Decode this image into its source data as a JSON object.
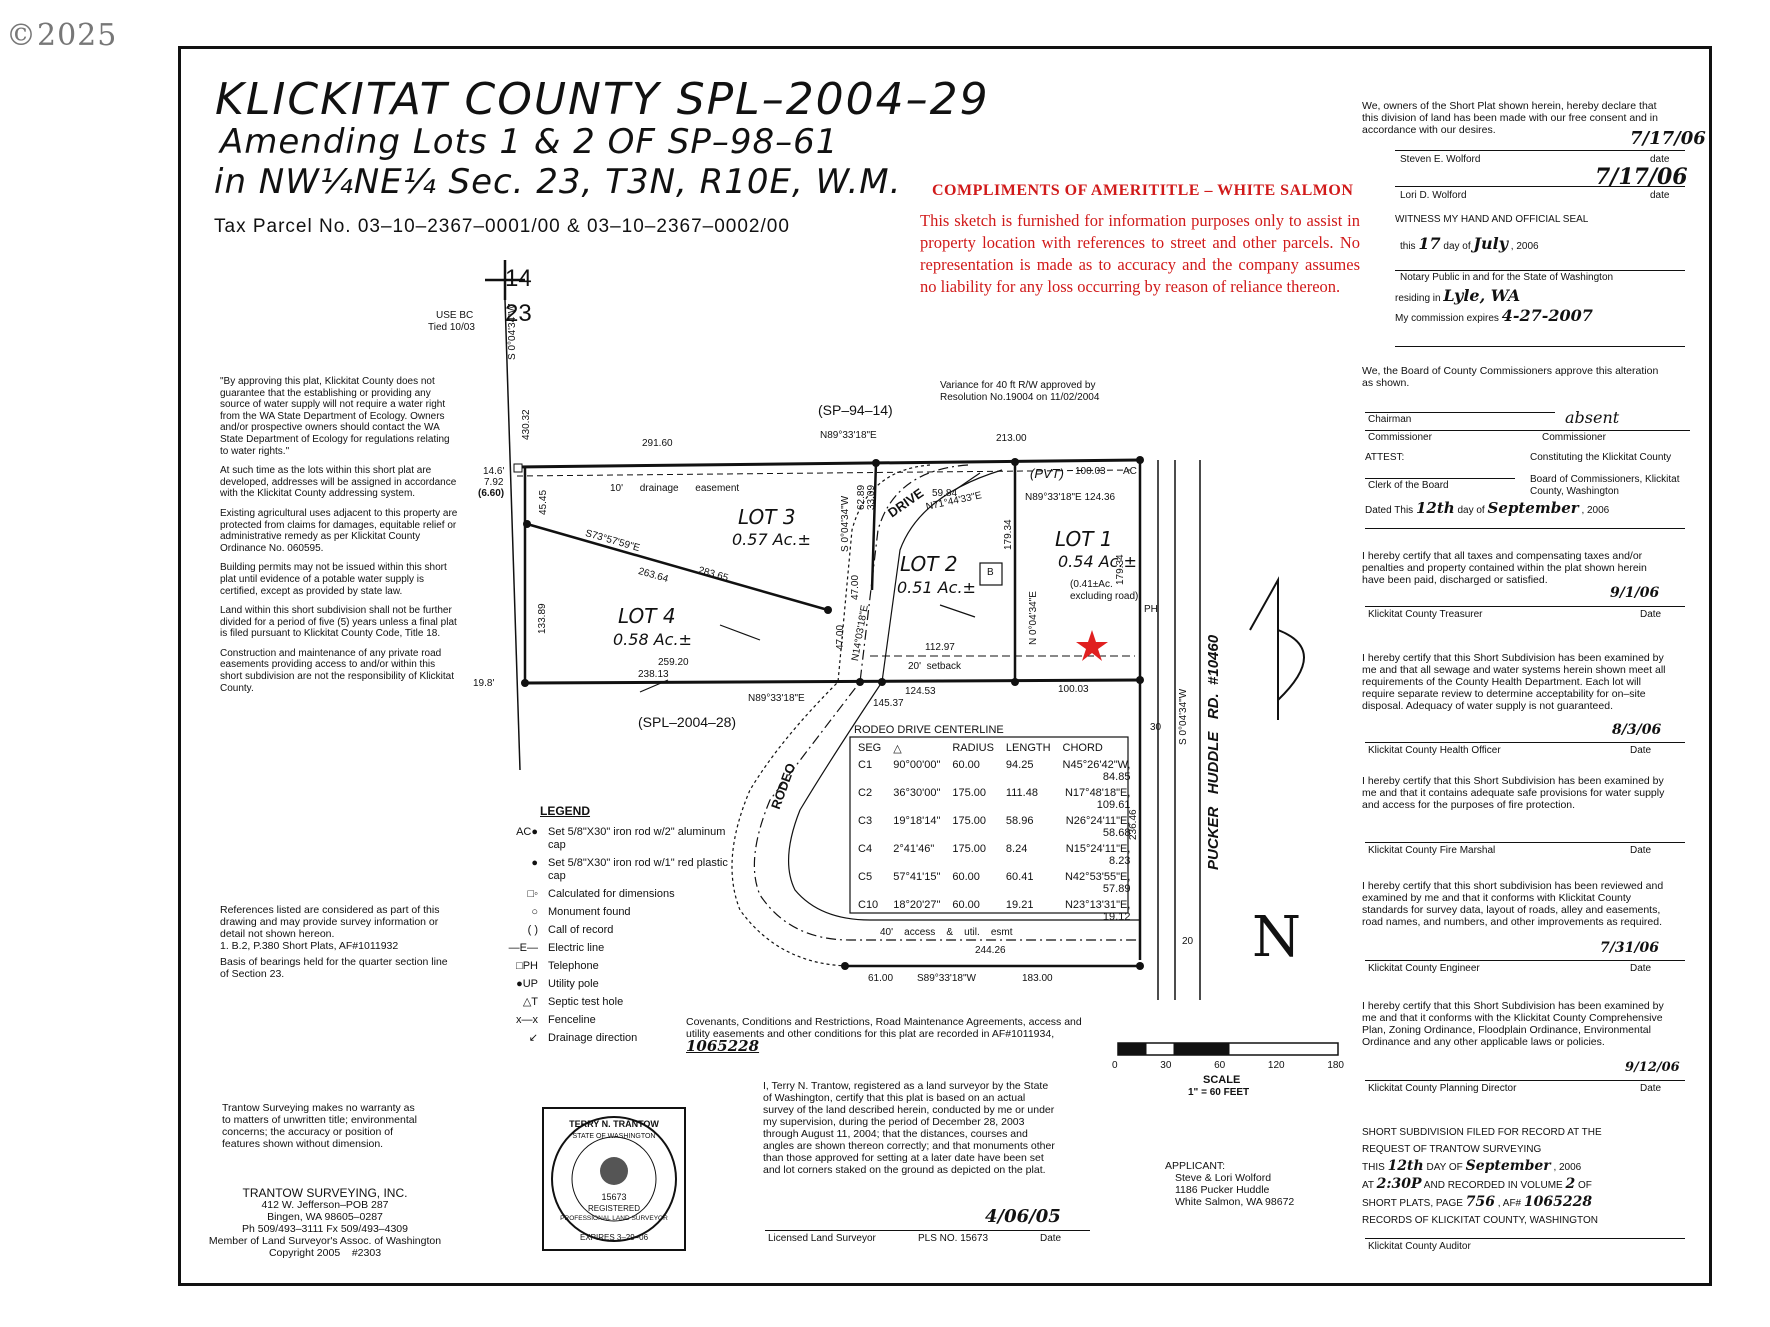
{
  "watermark": "©2025",
  "title": {
    "line1": "KLICKITAT COUNTY SPL–2004–29",
    "line2": "Amending Lots 1 & 2 OF SP–98–61",
    "line3": "in NW¼NE¼ Sec. 23, T3N, R10E, W.M.",
    "tax_parcel": "Tax Parcel No. 03–10–2367–0001/00 & 03–10–2367–0002/00"
  },
  "disclaimer": {
    "heading": "COMPLIMENTS OF AMERITITLE – WHITE SALMON",
    "body": "This sketch is furnished for information purposes only to assist in property location with references to street and other parcels. No representation is made as to accuracy and the company assumes no liability for any loss occurring by reason of reliance thereon."
  },
  "left_notes": [
    "\"By approving this plat, Klickitat County does not guarantee that the establishing or providing any source of water supply will not require a water right from the WA State Department of Ecology. Owners and/or prospective owners should contact the WA State Department of Ecology for regulations relating to water rights.\"",
    "At such time as the lots within this short plat are developed, addresses will be assigned in accordance with the Klickitat County addressing system.",
    "Existing agricultural uses adjacent to this property are protected from claims for damages, equitable relief or administrative remedy as per Klickitat County Ordinance No. 060595.",
    "Building permits may not be issued within this short plat until evidence of a potable water supply is certified, except as provided by state law.",
    "Land within this short subdivision shall not be further divided for a period of five (5) years unless a final plat is filed pursuant to Klickitat County Code, Title 18.",
    "Construction and maintenance of any private road easements providing access to and/or within this short subdivision are not the responsibility of Klickitat County."
  ],
  "references": "References listed are considered as part of this drawing and may provide survey information or detail not shown hereon.",
  "ref1": "1. B.2, P.380 Short Plats, AF#1011932",
  "basis": "Basis of bearings held for the quarter section line of Section 23.",
  "trantow_warranty": "Trantow Surveying makes no warranty as to matters of unwritten title; environmental concerns; the accuracy or position of features shown without dimension.",
  "surveyor_firm": {
    "name": "TRANTOW SURVEYING, INC.",
    "addr1": "412 W. Jefferson–POB 287",
    "addr2": "Bingen, WA 98605–0287",
    "phone": "Ph 509/493–3111 Fx 509/493–4309",
    "member": "Member of Land Surveyor's Assoc. of Washington",
    "copyright": "Copyright 2005",
    "job": "#2303"
  },
  "legend": {
    "heading": "LEGEND",
    "items": [
      {
        "sym": "AC●",
        "text": "Set 5/8\"X30\" iron rod w/2\" aluminum cap"
      },
      {
        "sym": "●",
        "text": "Set 5/8\"X30\" iron rod w/1\" red plastic cap"
      },
      {
        "sym": "□◦",
        "text": "Calculated for dimensions"
      },
      {
        "sym": "○",
        "text": "Monument found"
      },
      {
        "sym": "(   )",
        "text": "Call of record"
      },
      {
        "sym": "—E—",
        "text": "Electric line"
      },
      {
        "sym": "□PH",
        "text": "Telephone"
      },
      {
        "sym": "●UP",
        "text": "Utility pole"
      },
      {
        "sym": "△T",
        "text": "Septic test hole"
      },
      {
        "sym": "x—x",
        "text": "Fenceline"
      },
      {
        "sym": "↙",
        "text": "Drainage direction"
      }
    ]
  },
  "curve_table": {
    "title": "RODEO DRIVE CENTERLINE",
    "headers": [
      "SEG",
      "△",
      "RADIUS",
      "LENGTH",
      "CHORD"
    ],
    "rows": [
      [
        "C1",
        "90°00'00\"",
        "60.00",
        "94.25",
        "N45°26'42\"W, 84.85"
      ],
      [
        "C2",
        "36°30'00\"",
        "175.00",
        "111.48",
        "N17°48'18\"E, 109.61"
      ],
      [
        "C3",
        "19°18'14\"",
        "175.00",
        "58.96",
        "N26°24'11\"E, 58.68"
      ],
      [
        "C4",
        "2°41'46\"",
        "175.00",
        "8.24",
        "N15°24'11\"E, 8.23"
      ],
      [
        "C5",
        "57°41'15\"",
        "60.00",
        "60.41",
        "N42°53'55\"E, 57.89"
      ],
      [
        "C10",
        "18°20'27\"",
        "60.00",
        "19.21",
        "N23°13'31\"E, 19.12"
      ]
    ]
  },
  "covenants": "Covenants, Conditions and Restrictions, Road Maintenance Agreements, access and utility easements and other conditions for this plat are recorded in AF#1011934,",
  "covenants_af": "1065228",
  "surveyor_cert": "I, Terry N. Trantow, registered as a land surveyor by the State of Washington, certify that this plat is based on an actual survey of the land described herein, conducted by me or under my supervision, during the period of December 28, 2003 through August 11, 2004; that the distances, courses and angles are shown thereon correctly; and that monuments other than those approved for setting at a later date have been set and lot corners staked on the ground as depicted on the plat.",
  "surveyor_sign": {
    "label": "Licensed Land Surveyor",
    "pls": "PLS NO. 15673",
    "date_label": "Date",
    "date_value": "4/06/05"
  },
  "seal": {
    "name": "TERRY N. TRANTOW",
    "state": "STATE OF WASHINGTON",
    "number": "15673",
    "registered": "REGISTERED",
    "profession": "PROFESSIONAL LAND SURVEYOR",
    "expires": "EXPIRES 3–29–06"
  },
  "applicant": {
    "label": "APPLICANT:",
    "name": "Steve & Lori Wolford",
    "addr1": "1186 Pucker Huddle",
    "addr2": "White Salmon, WA 98672"
  },
  "scale": {
    "ticks": [
      "0",
      "30",
      "60",
      "120",
      "180"
    ],
    "label": "SCALE",
    "ratio": "1\" = 60 FEET"
  },
  "north": "N",
  "map": {
    "section_top": "14",
    "section_bottom": "23",
    "use_bc": "USE BC",
    "tied": "Tied 10/03",
    "west_bearing": "S 0°04'34\"W",
    "west_dist_top": "430.32",
    "sp94": "(SP–94–14)",
    "north_bearing": "N89°33'18\"E",
    "n_291": "291.60",
    "n_213": "213.00",
    "pvt": "(PVT)",
    "n_100_top": "100.03",
    "n_124": "N89°33'18\"E 124.36",
    "variance": "Variance for 40 ft R/W approved by Resolution No.19004 on 11/02/2004",
    "d146": "14.6'",
    "d792": "7.92",
    "d660": "(6.60)",
    "drain": "10'      drainage      easement",
    "d4545": "45.45",
    "lot3": "LOT 3",
    "lot3_ac": "0.57 Ac.±",
    "lot4": "LOT 4",
    "lot4_ac": "0.58 Ac.±",
    "lot2": "LOT 2",
    "lot2_ac": "0.51 Ac.±",
    "lot1": "LOT 1",
    "lot1_ac": "0.54 Ac.±",
    "lot1_note1": "(0.41±Ac.",
    "lot1_note2": "excluding road)",
    "diag_bearing": "S73°57'59\"E",
    "d26364": "263.64",
    "d28365": "283.65",
    "d13389": "133.89",
    "d198": "19.8'",
    "d25920": "259.20",
    "d23813": "238.13",
    "south_bearing": "N89°33'18\"E",
    "d12453": "124.53",
    "d14537": "145.37",
    "d10003b": "100.03",
    "d11297": "112.97",
    "setback": "20'  setback",
    "mid_bearing": "S 0°04'34\"W",
    "d6289": "62.89",
    "d3309": "33.09",
    "d4700a": "47.00",
    "d4700b": "47.00",
    "n14": "N14°03'18\"E",
    "drive": "DRIVE",
    "d5984": "59.84",
    "n71": "N71°44'33\"E",
    "d17934a": "179.34",
    "d17934b": "179.34",
    "lot1_bearing": "N 0°04'34\"E",
    "b": "B",
    "ph": "PH",
    "sp2004_28": "(SPL–2004–28)",
    "rodeo": "RODEO",
    "east_bearing": "S 0°04'34\"W",
    "d23646": "236.46",
    "d30": "30",
    "d20": "20",
    "road": "PUCKER   HUDDLE   RD.  #10460",
    "access": "40'    access    &    util.    esmt",
    "d24426": "244.26",
    "d6100": "61.00",
    "s89": "S89°33'18\"W",
    "d18300": "183.00",
    "ac": "AC"
  },
  "owners": {
    "text": "We, owners of the Short Plat shown herein, hereby declare that this division of land has been made with our free consent and in accordance with our desires.",
    "owner1": "Steven E. Wolford",
    "owner2": "Lori D. Wolford",
    "date1": "7/17/06",
    "date2": "7/17/06",
    "date_label": "date",
    "seal_text": "WITNESS MY HAND AND OFFICIAL SEAL",
    "this": "this",
    "day": "17",
    "day_of": "day of",
    "month": "July",
    "year": ", 2006",
    "notary": "Notary Public in and for the State of Washington",
    "residing": "residing in",
    "residing_value": "Lyle, WA",
    "commission": "My commission expires",
    "commission_value": "4-27-2007"
  },
  "commissioners": {
    "text": "We, the Board of County Commissioners approve this alteration as shown.",
    "chairman": "Chairman",
    "commissioner": "Commissioner",
    "absent": "absent",
    "commissioner2": "Commissioner",
    "attest": "ATTEST:",
    "constituting": "Constituting the Klickitat County",
    "clerk": "Clerk of the Board",
    "board": "Board of Commissioners, Klickitat County, Washington",
    "dated": "Dated This",
    "dated_day": "12th",
    "dated_of": "day of",
    "dated_month": "September",
    "dated_year": ", 2006"
  },
  "treasurer": {
    "text": "I hereby certify that all taxes and compensating taxes and/or penalties and property contained within the plat shown herein have been paid, discharged or satisfied.",
    "label": "Klickitat County Treasurer",
    "date_label": "Date",
    "date_value": "9/1/06"
  },
  "health": {
    "text": "I hereby certify that this Short Subdivision has been examined by me and that all sewage and water systems herein shown meet all requirements of the County Health Department. Each lot will require separate review to determine acceptability for on–site disposal. Adequacy of water supply is not guaranteed.",
    "label": "Klickitat County Health Officer",
    "date_label": "Date",
    "date_value": "8/3/06"
  },
  "fire": {
    "text": "I hereby certify that this Short Subdivision has been examined by me and that it contains adequate safe provisions for water supply and access for the purposes of fire protection.",
    "label": "Klickitat County Fire Marshal",
    "date_label": "Date"
  },
  "engineer": {
    "text": "I hereby certify that this short subdivision has been reviewed and examined by me and that it conforms with Klickitat County standards for survey data, layout of roads, alley and easements, road names, and numbers, and other improvements as required.",
    "label": "Klickitat County Engineer",
    "date_label": "Date",
    "date_value": "7/31/06"
  },
  "planning": {
    "text": "I hereby certify that this Short Subdivision has been examined by me and that it conforms with the Klickitat County Comprehensive Plan, Zoning Ordinance, Floodplain Ordinance, Environmental Ordinance and any other applicable laws or policies.",
    "label": "Klickitat County Planning Director",
    "date_label": "Date",
    "date_value": "9/12/06"
  },
  "auditor": {
    "l1": "SHORT SUBDIVISION FILED FOR RECORD AT THE",
    "l2": "REQUEST OF TRANTOW SURVEYING",
    "this": "THIS",
    "day": "12th",
    "day_of": "DAY OF",
    "month": "September",
    "year": ", 2006",
    "at": "AT",
    "time": "2:30P",
    "recorded": "AND RECORDED IN VOLUME",
    "volume": "2",
    "of": "OF",
    "short_plats": "SHORT PLATS, PAGE",
    "page": "756",
    "af": ", AF#",
    "af_value": "1065228",
    "records": "RECORDS OF KLICKITAT COUNTY, WASHINGTON",
    "label": "Klickitat County Auditor"
  }
}
